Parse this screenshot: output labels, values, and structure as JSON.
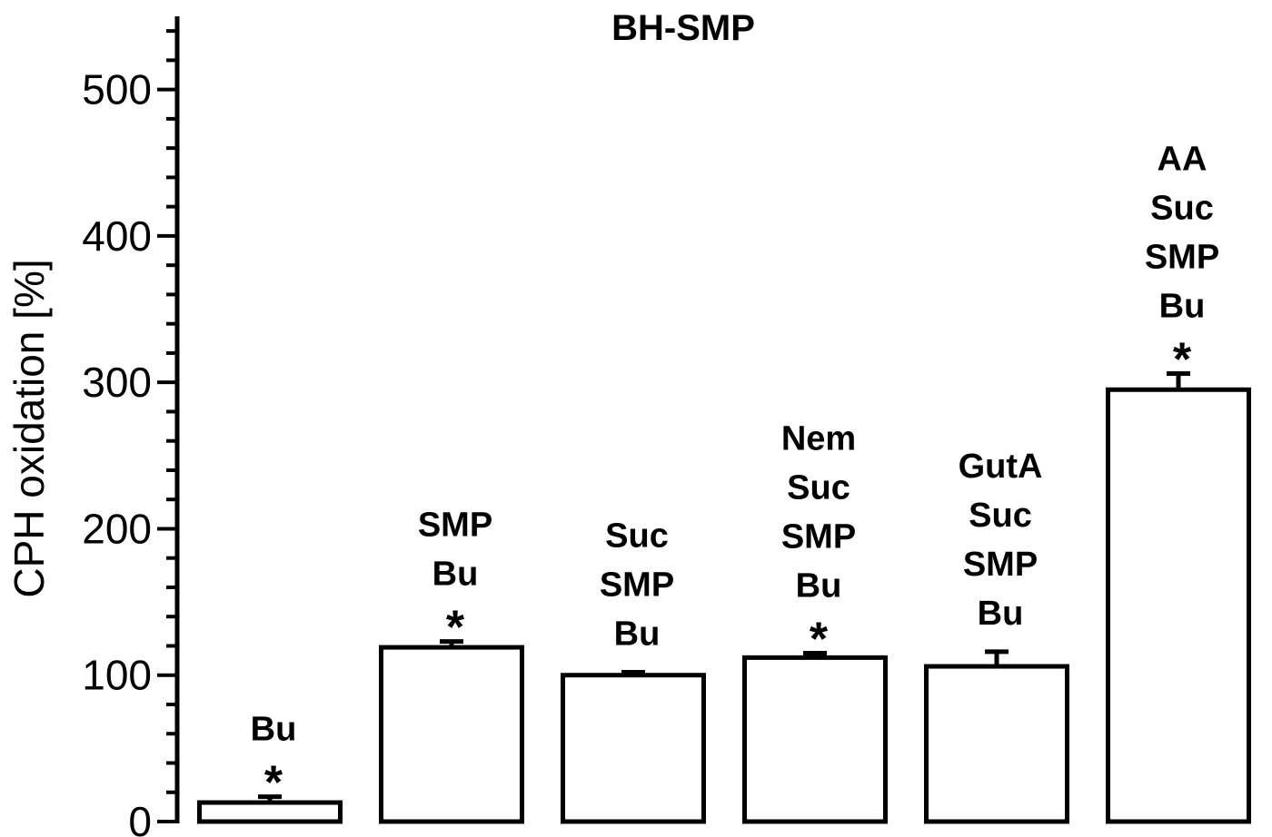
{
  "chart_data": {
    "type": "bar",
    "title": "BH-SMP",
    "ylabel": "CPH oxidation [%]",
    "xlabel": "",
    "ylim": [
      0,
      550
    ],
    "yticks": [
      0,
      100,
      200,
      300,
      400,
      500
    ],
    "yticks_minor_step": 20,
    "grid": false,
    "bar_color": "#ffffff",
    "edge_color": "#000000",
    "bars": [
      {
        "value": 13,
        "error": 4,
        "labels": [
          "Bu"
        ],
        "significant": true,
        "marker": "*"
      },
      {
        "value": 119,
        "error": 4,
        "labels": [
          "SMP",
          "Bu"
        ],
        "significant": true,
        "marker": "*"
      },
      {
        "value": 100,
        "error": 2,
        "labels": [
          "Suc",
          "SMP",
          "Bu"
        ],
        "significant": false,
        "marker": ""
      },
      {
        "value": 112,
        "error": 3,
        "labels": [
          "Nem",
          "Suc",
          "SMP",
          "Bu"
        ],
        "significant": true,
        "marker": "*"
      },
      {
        "value": 106,
        "error": 10,
        "labels": [
          "GutA",
          "Suc",
          "SMP",
          "Bu"
        ],
        "significant": false,
        "marker": ""
      },
      {
        "value": 295,
        "error": 11,
        "labels": [
          "AA",
          "Suc",
          "SMP",
          "Bu"
        ],
        "significant": true,
        "marker": "*"
      }
    ]
  }
}
